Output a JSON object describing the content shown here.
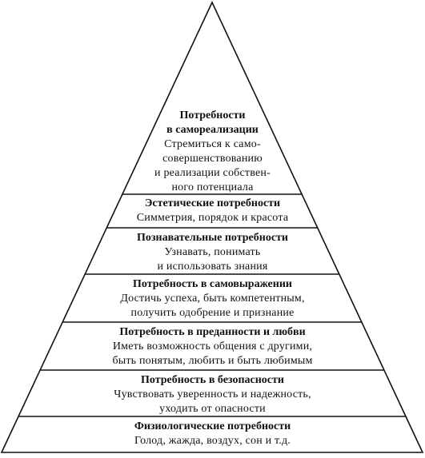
{
  "pyramid": {
    "levels": [
      {
        "title_lines": [
          "Потребности",
          "в самореализации"
        ],
        "desc_lines": [
          "Стремиться к само-",
          "совершенствованию",
          "и реализации собствен-",
          "ного потенциала"
        ]
      },
      {
        "title_lines": [
          "Эстетические потребности"
        ],
        "desc_lines": [
          "Симметрия, порядок и красота"
        ]
      },
      {
        "title_lines": [
          "Познавательные потребности"
        ],
        "desc_lines": [
          "Узнавать, понимать",
          "и использовать знания"
        ]
      },
      {
        "title_lines": [
          "Потребность в самовыражении"
        ],
        "desc_lines": [
          "Достичь успеха, быть компетентным,",
          "получить одобрение и признание"
        ]
      },
      {
        "title_lines": [
          "Потребность в преданности и любви"
        ],
        "desc_lines": [
          "Иметь возможность общения с другими,",
          "быть понятым, любить и быть любимым"
        ]
      },
      {
        "title_lines": [
          "Потребность в безопасности"
        ],
        "desc_lines": [
          "Чувствовать уверенность и надежность,",
          "уходить от опасности"
        ]
      },
      {
        "title_lines": [
          "Физиологические потребности"
        ],
        "desc_lines": [
          "Голод, жажда, воздух, сон и т.д."
        ]
      }
    ]
  }
}
